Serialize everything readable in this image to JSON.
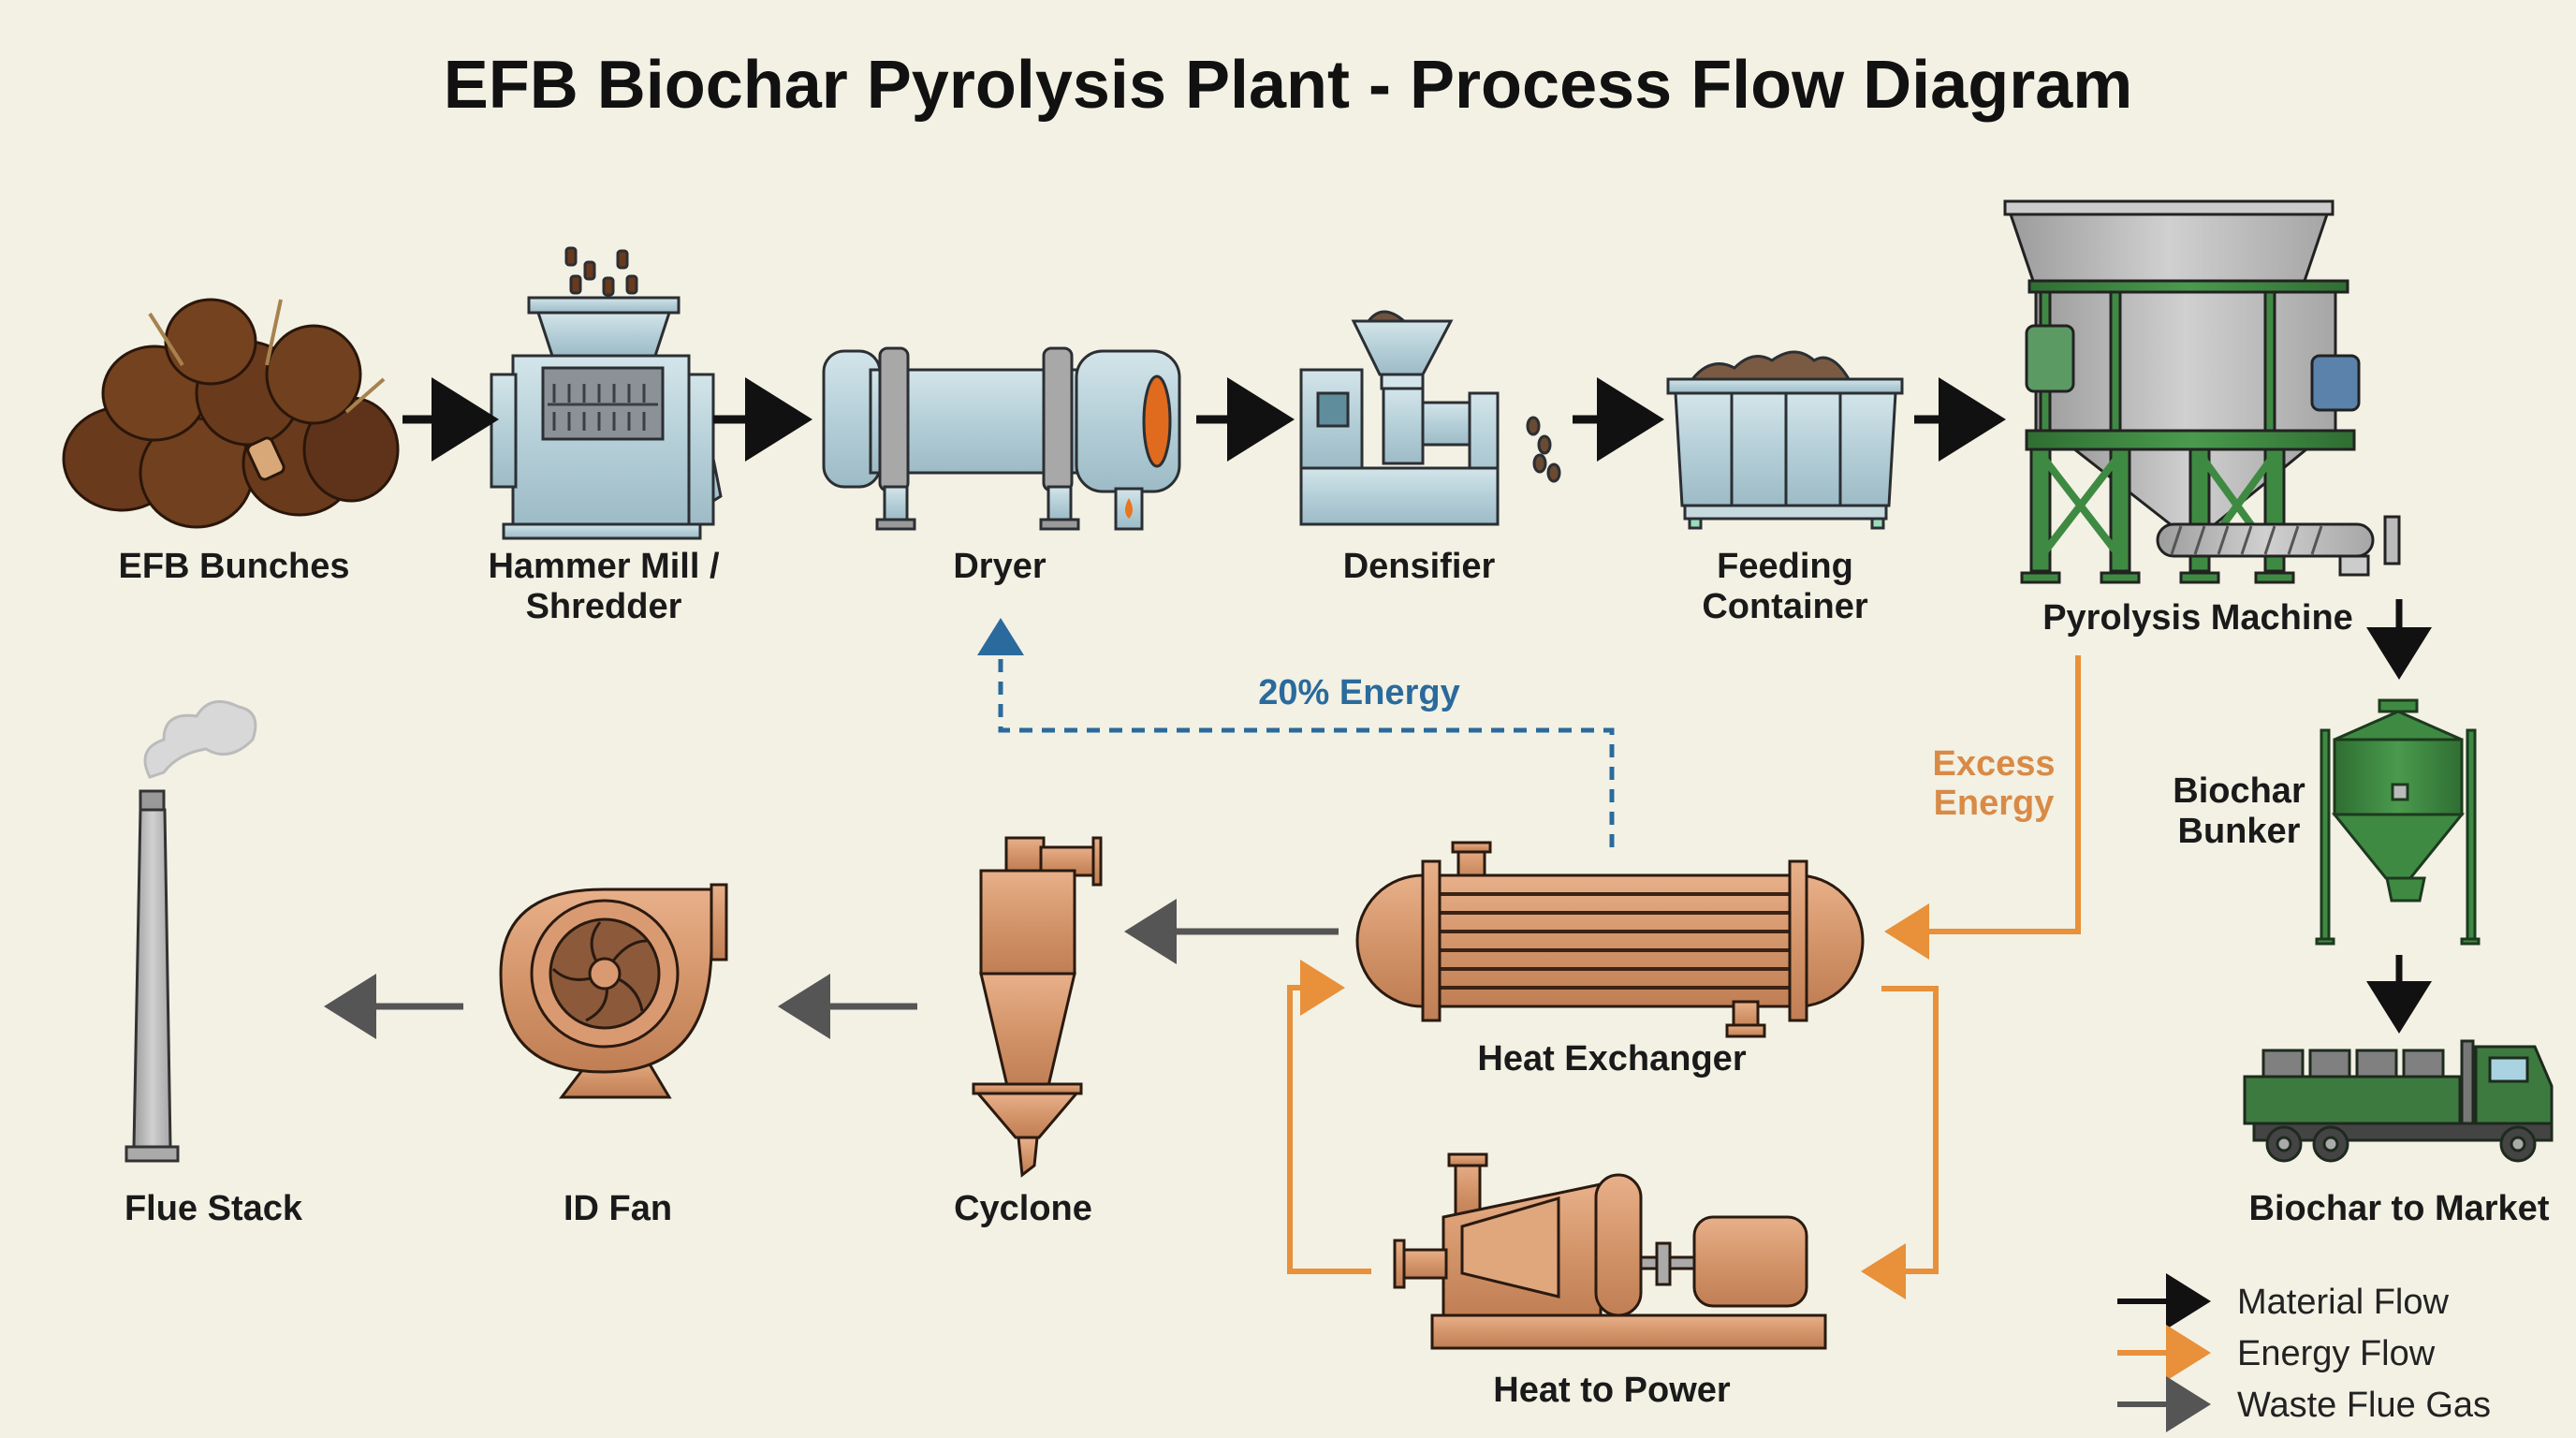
{
  "title": "EFB Biochar Pyrolysis Plant - Process Flow Diagram",
  "colors": {
    "background": "#f2f1e4",
    "material_flow": "#111111",
    "energy_flow": "#e8903a",
    "energy_text": "#d98a46",
    "waste_flue_gas": "#555555",
    "recycle_energy": "#2a6a9c",
    "equipment_blue": "#b9d3dc",
    "equipment_copper": "#d4956a",
    "equipment_green": "#3f8a42",
    "equipment_gray": "#a9a9a9",
    "efb_brown": "#6a3a1c"
  },
  "nodes": [
    {
      "id": "efb_bunches",
      "label": [
        "EFB Bunches"
      ],
      "icon": "palm-fruit-bunches-icon"
    },
    {
      "id": "hammer_mill",
      "label": [
        "Hammer Mill /",
        "Shredder"
      ],
      "icon": "hammer-mill-icon"
    },
    {
      "id": "dryer",
      "label": [
        "Dryer"
      ],
      "icon": "rotary-dryer-icon"
    },
    {
      "id": "densifier",
      "label": [
        "Densifier"
      ],
      "icon": "densifier-press-icon"
    },
    {
      "id": "feeding_container",
      "label": [
        "Feeding",
        "Container"
      ],
      "icon": "feeding-container-icon"
    },
    {
      "id": "pyrolysis_machine",
      "label": [
        "Pyrolysis Machine"
      ],
      "icon": "pyrolysis-reactor-icon"
    },
    {
      "id": "biochar_bunker",
      "label": [
        "Biochar",
        "Bunker"
      ],
      "icon": "silo-icon"
    },
    {
      "id": "biochar_market",
      "label": [
        "Biochar to Market"
      ],
      "icon": "truck-icon"
    },
    {
      "id": "heat_exchanger",
      "label": [
        "Heat Exchanger"
      ],
      "icon": "heat-exchanger-icon"
    },
    {
      "id": "heat_to_power",
      "label": [
        "Heat to Power"
      ],
      "icon": "turbine-generator-icon"
    },
    {
      "id": "cyclone",
      "label": [
        "Cyclone"
      ],
      "icon": "cyclone-separator-icon"
    },
    {
      "id": "id_fan",
      "label": [
        "ID Fan"
      ],
      "icon": "centrifugal-fan-icon"
    },
    {
      "id": "flue_stack",
      "label": [
        "Flue Stack"
      ],
      "icon": "chimney-stack-icon"
    }
  ],
  "edges": [
    {
      "from": "efb_bunches",
      "to": "hammer_mill",
      "type": "material"
    },
    {
      "from": "hammer_mill",
      "to": "dryer",
      "type": "material"
    },
    {
      "from": "dryer",
      "to": "densifier",
      "type": "material"
    },
    {
      "from": "densifier",
      "to": "feeding_container",
      "type": "material"
    },
    {
      "from": "feeding_container",
      "to": "pyrolysis_machine",
      "type": "material"
    },
    {
      "from": "pyrolysis_machine",
      "to": "biochar_bunker",
      "type": "material"
    },
    {
      "from": "biochar_bunker",
      "to": "biochar_market",
      "type": "material"
    },
    {
      "from": "pyrolysis_machine",
      "to": "heat_exchanger",
      "type": "energy",
      "label": "Excess Energy"
    },
    {
      "from": "heat_exchanger",
      "to": "dryer",
      "type": "recycle",
      "label": "20% Energy"
    },
    {
      "from": "heat_exchanger",
      "to": "heat_to_power",
      "type": "energy"
    },
    {
      "from": "heat_to_power",
      "to": "heat_exchanger",
      "type": "energy"
    },
    {
      "from": "heat_exchanger",
      "to": "cyclone",
      "type": "waste"
    },
    {
      "from": "cyclone",
      "to": "id_fan",
      "type": "waste"
    },
    {
      "from": "id_fan",
      "to": "flue_stack",
      "type": "waste"
    }
  ],
  "edge_labels": {
    "recycle": "20% Energy",
    "excess_1": "Excess",
    "excess_2": "Energy"
  },
  "legend": [
    {
      "label": "Material Flow",
      "type": "material"
    },
    {
      "label": "Energy Flow",
      "type": "energy"
    },
    {
      "label": "Waste Flue Gas",
      "type": "waste"
    }
  ]
}
